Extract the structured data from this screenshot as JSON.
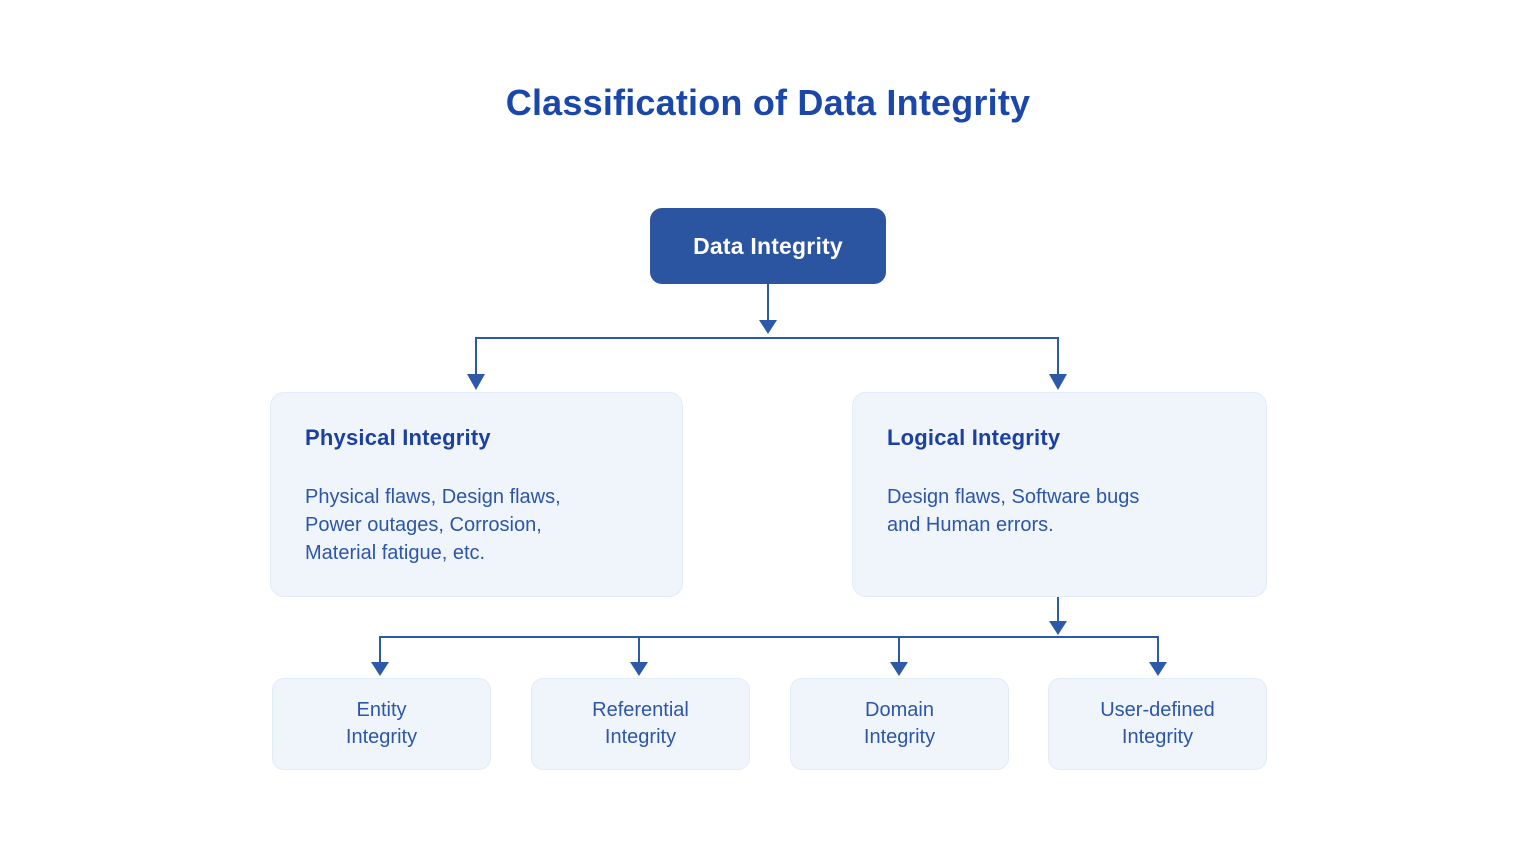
{
  "title": "Classification of Data Integrity",
  "root": {
    "label": "Data Integrity"
  },
  "branches": [
    {
      "heading": "Physical Integrity",
      "body_lines": [
        "Physical flaws, Design flaws,",
        "Power outages, Corrosion,",
        "Material fatigue, etc."
      ]
    },
    {
      "heading": "Logical Integrity",
      "body_lines": [
        "Design flaws, Software bugs",
        "and Human errors."
      ]
    }
  ],
  "leaves": [
    {
      "lines": [
        "Entity",
        "Integrity"
      ]
    },
    {
      "lines": [
        "Referential",
        "Integrity"
      ]
    },
    {
      "lines": [
        "Domain",
        "Integrity"
      ]
    },
    {
      "lines": [
        "User-defined",
        "Integrity"
      ]
    }
  ],
  "colors": {
    "title_color": "#1b47ab",
    "root_fill": "#2b54a1",
    "root_text": "#ffffff",
    "card_fill": "#f0f5fc",
    "card_border": "#e2ebf8",
    "heading_color": "#1d409f",
    "body_color": "#2d55a9",
    "line_color": "#2d5aa8",
    "background": "#ffffff"
  }
}
